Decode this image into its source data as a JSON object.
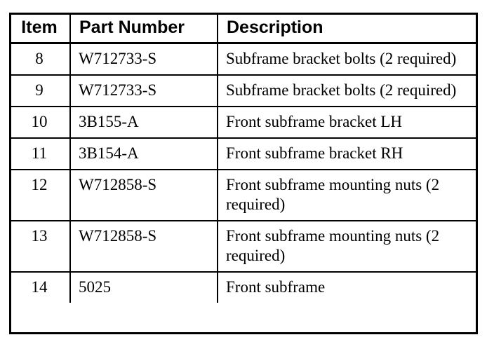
{
  "table": {
    "columns": [
      {
        "key": "item",
        "label": "Item"
      },
      {
        "key": "part",
        "label": "Part Number"
      },
      {
        "key": "desc",
        "label": "Description"
      }
    ],
    "rows": [
      {
        "item": "8",
        "part": "W712733-S",
        "desc": "Subframe bracket bolts (2 required)"
      },
      {
        "item": "9",
        "part": "W712733-S",
        "desc": "Subframe bracket bolts (2 required)"
      },
      {
        "item": "10",
        "part": "3B155-A",
        "desc": "Front subframe bracket LH"
      },
      {
        "item": "11",
        "part": "3B154-A",
        "desc": "Front subframe bracket RH"
      },
      {
        "item": "12",
        "part": "W712858-S",
        "desc": "Front subframe mounting nuts (2 required)"
      },
      {
        "item": "13",
        "part": "W712858-S",
        "desc": "Front subframe mounting nuts (2 required)"
      },
      {
        "item": "14",
        "part": "5025",
        "desc": "Front subframe"
      }
    ]
  },
  "colors": {
    "background": "#ffffff",
    "text": "#000000",
    "border": "#000000"
  }
}
